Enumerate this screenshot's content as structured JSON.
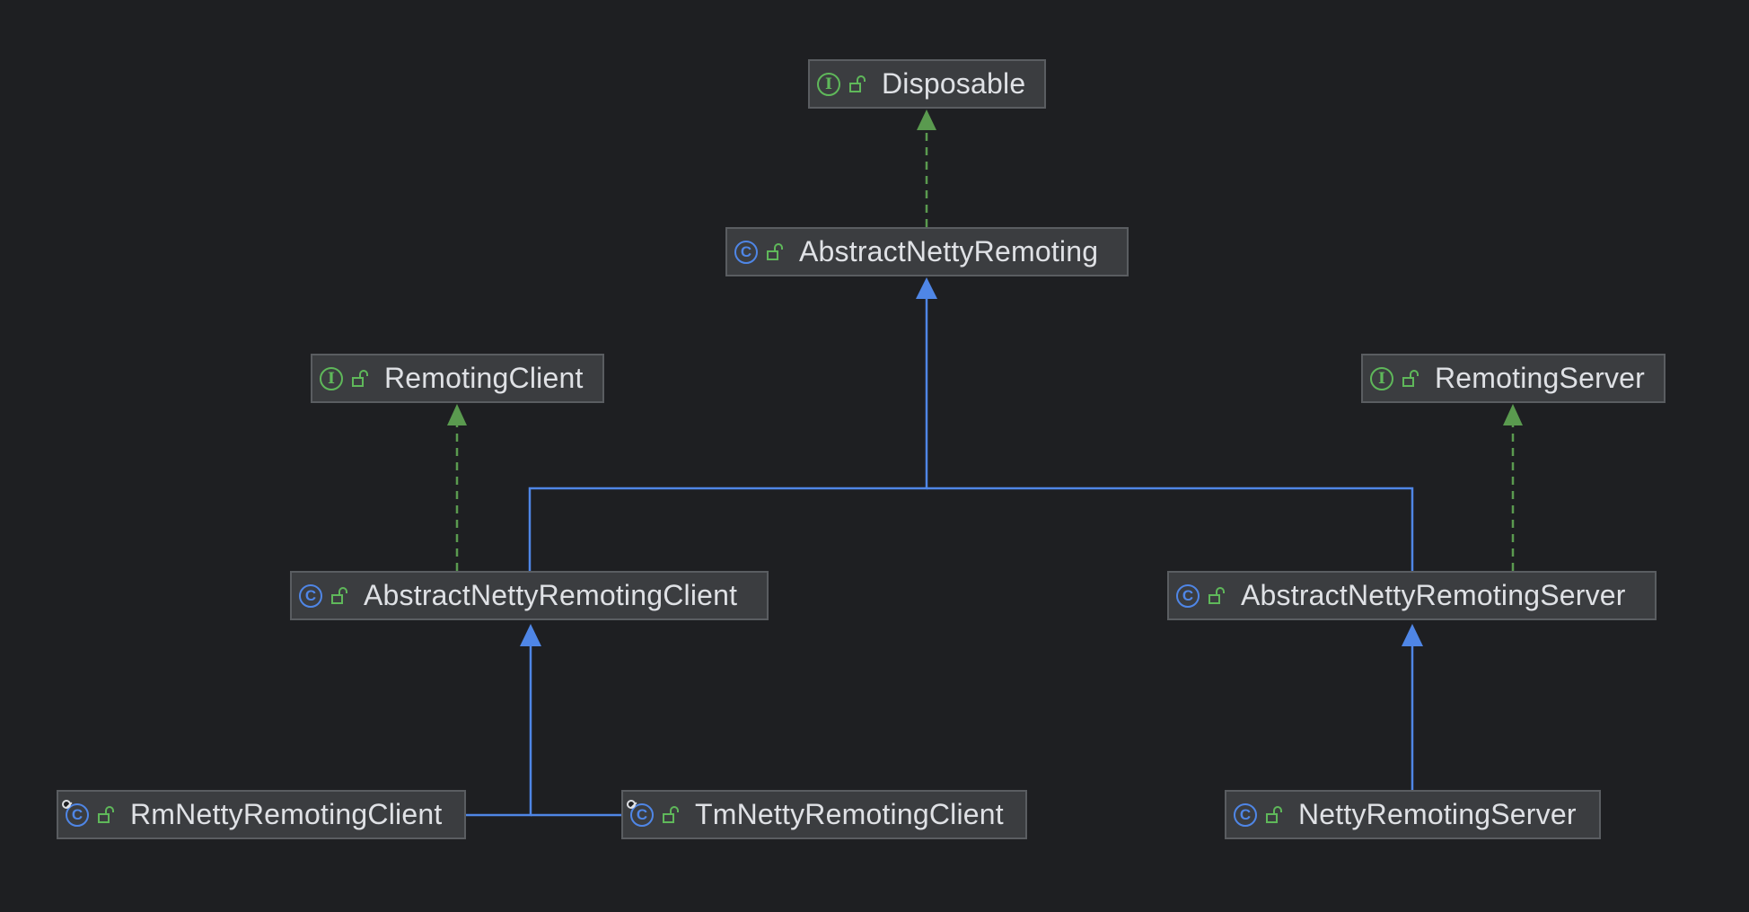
{
  "diagram": {
    "nodes": [
      {
        "id": "disposable",
        "label": "Disposable",
        "kind": "interface"
      },
      {
        "id": "abstract_netty_remoting",
        "label": "AbstractNettyRemoting",
        "kind": "class"
      },
      {
        "id": "remoting_client",
        "label": "RemotingClient",
        "kind": "interface"
      },
      {
        "id": "remoting_server",
        "label": "RemotingServer",
        "kind": "interface"
      },
      {
        "id": "abstract_netty_remoting_client",
        "label": "AbstractNettyRemotingClient",
        "kind": "class"
      },
      {
        "id": "abstract_netty_remoting_server",
        "label": "AbstractNettyRemotingServer",
        "kind": "class"
      },
      {
        "id": "rm_netty_remoting_client",
        "label": "RmNettyRemotingClient",
        "kind": "final-class"
      },
      {
        "id": "tm_netty_remoting_client",
        "label": "TmNettyRemotingClient",
        "kind": "final-class"
      },
      {
        "id": "netty_remoting_server",
        "label": "NettyRemotingServer",
        "kind": "class"
      }
    ],
    "edges": [
      {
        "from": "abstract_netty_remoting",
        "to": "disposable",
        "type": "implements"
      },
      {
        "from": "abstract_netty_remoting_client",
        "to": "abstract_netty_remoting",
        "type": "extends"
      },
      {
        "from": "abstract_netty_remoting_server",
        "to": "abstract_netty_remoting",
        "type": "extends"
      },
      {
        "from": "abstract_netty_remoting_client",
        "to": "remoting_client",
        "type": "implements"
      },
      {
        "from": "abstract_netty_remoting_server",
        "to": "remoting_server",
        "type": "implements"
      },
      {
        "from": "rm_netty_remoting_client",
        "to": "abstract_netty_remoting_client",
        "type": "extends"
      },
      {
        "from": "tm_netty_remoting_client",
        "to": "abstract_netty_remoting_client",
        "type": "extends"
      },
      {
        "from": "netty_remoting_server",
        "to": "abstract_netty_remoting_server",
        "type": "extends"
      }
    ],
    "icons": {
      "interface_glyph": "I",
      "class_glyph": "C",
      "visibility": "public-lock-icon"
    },
    "colors": {
      "background": "#1e1f22",
      "node_fill": "#3b3d40",
      "node_border": "#5a5d61",
      "text": "#dfe1e5",
      "extends_edge": "#4f86e6",
      "implements_edge": "#5a9a4f",
      "interface_icon": "#5fb85a",
      "class_icon": "#4f86e6"
    }
  }
}
